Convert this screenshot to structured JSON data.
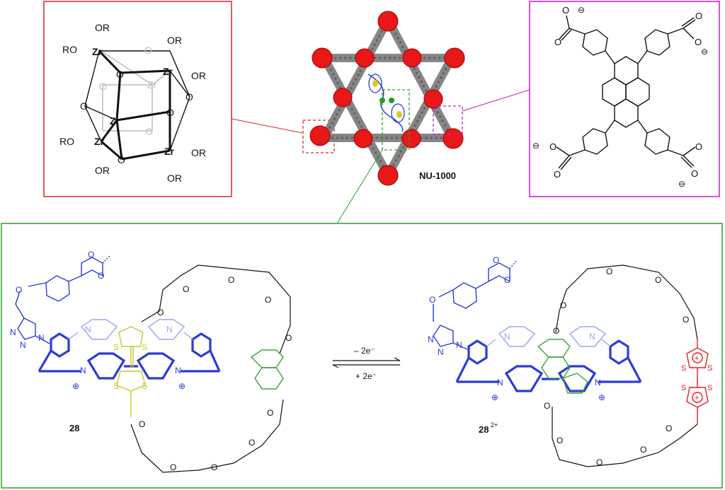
{
  "mof_name": "NU-1000",
  "node_panel": {
    "border_color": "#d62728",
    "ligand_label": "OR",
    "ligand_label_left": "RO",
    "metal_label": "Zr",
    "oxo_label": "O"
  },
  "linker_panel": {
    "border_color": "#c71ac7",
    "oxygen_label": "O",
    "charge_label": "⊖"
  },
  "machine_panel": {
    "border_color": "#2ca02c",
    "atom_labels": {
      "oxygen": "O",
      "sulfur": "S",
      "nitrogen": "N"
    },
    "charge_plus": "⊕",
    "charge_radical_plus": "+",
    "left_compound": "28",
    "right_compound_main": "28",
    "right_compound_sup": "2+",
    "forward_reaction": "– 2e⁻",
    "reverse_reaction": "+ 2e⁻"
  },
  "colors": {
    "blue_ring": "#2b3bd6",
    "blue_faint": "#9aa6ee",
    "ttf_yellow": "#c7c72a",
    "naphthalene_green": "#3aa33a",
    "oxidized_red": "#e02020",
    "framework_red": "#e81818",
    "framework_gray": "#7a7a7a"
  }
}
